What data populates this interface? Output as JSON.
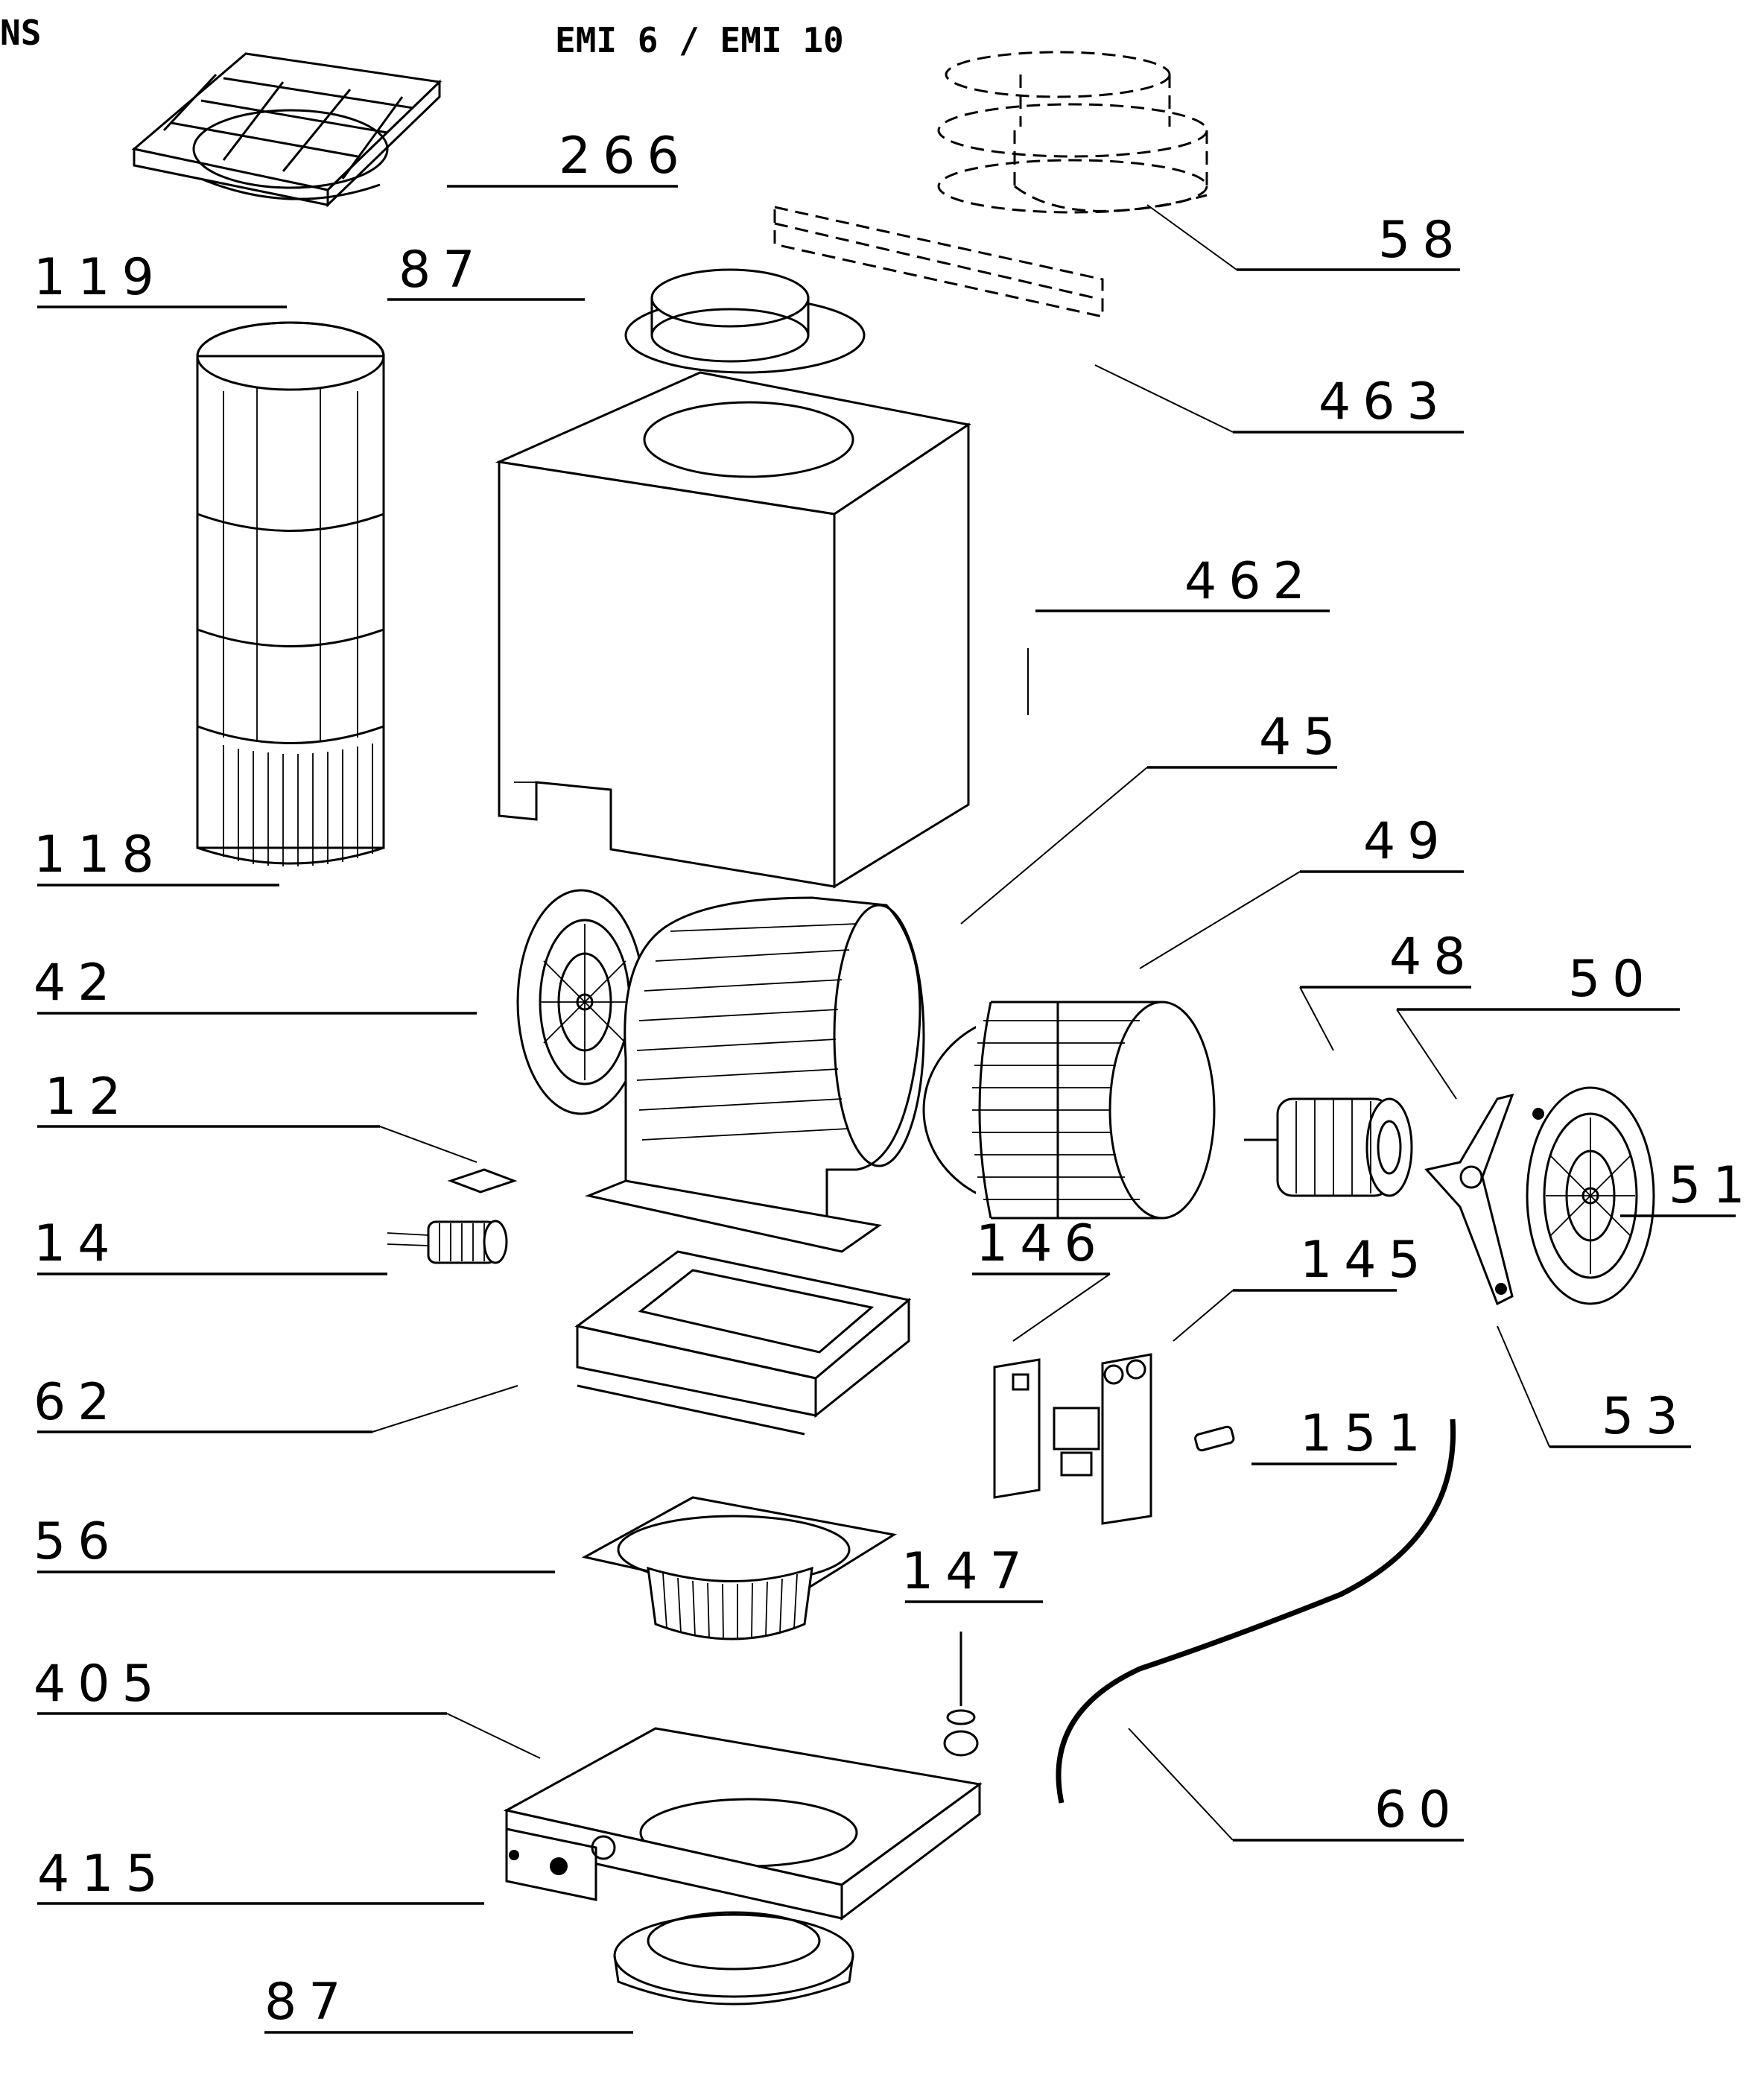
{
  "header": {
    "corner_mark": "NS",
    "title": "EMI 6  / EMI 10"
  },
  "callouts": [
    "266",
    "58",
    "119",
    "87",
    "463",
    "462",
    "45",
    "118",
    "49",
    "48",
    "42",
    "50",
    "12",
    "51",
    "14",
    "146",
    "145",
    "62",
    "53",
    "151",
    "56",
    "147",
    "405",
    "60",
    "415",
    "87"
  ]
}
